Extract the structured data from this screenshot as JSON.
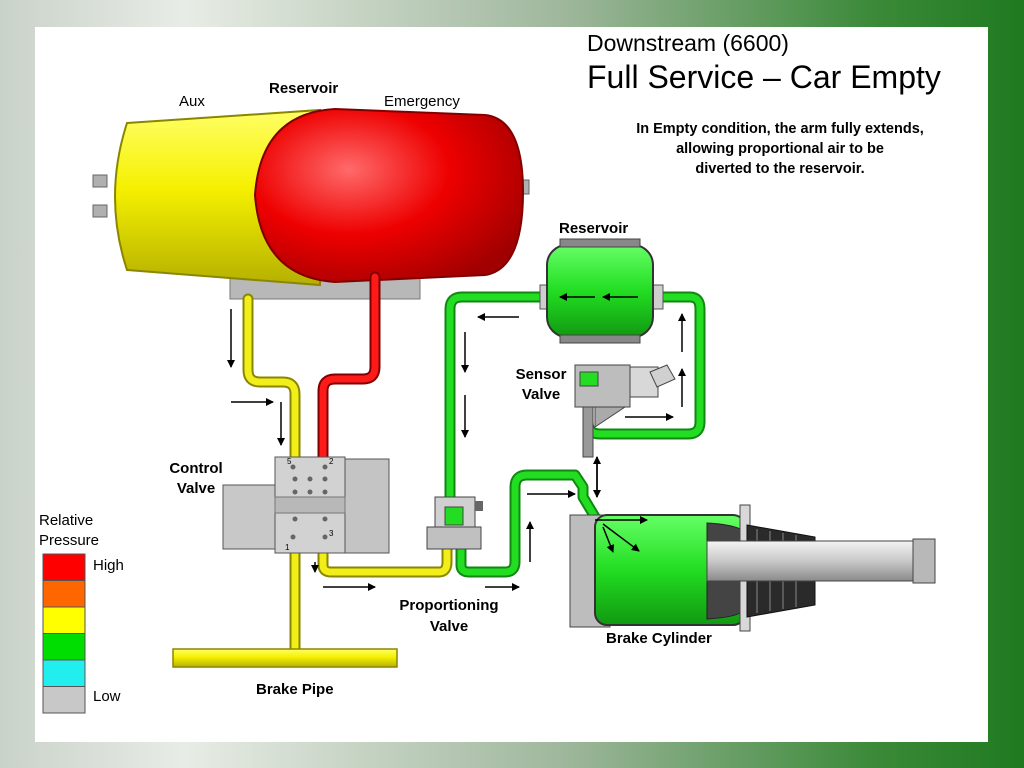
{
  "header": {
    "subtitle": "Downstream (6600)",
    "title": "Full Service – Car Empty",
    "description": [
      "In Empty condition, the arm fully extends,",
      "allowing proportional air to be",
      "diverted to the reservoir."
    ]
  },
  "labels": {
    "reservoir_main": "Reservoir",
    "aux": "Aux",
    "emergency": "Emergency",
    "reservoir_small": "Reservoir",
    "sensor_valve": [
      "Sensor",
      "Valve"
    ],
    "control_valve": [
      "Control",
      "Valve"
    ],
    "proportioning_valve": [
      "Proportioning",
      "Valve"
    ],
    "brake_cylinder": "Brake Cylinder",
    "brake_pipe": "Brake Pipe",
    "port_numbers": [
      "5",
      "2",
      "1",
      "3"
    ]
  },
  "legend": {
    "title": [
      "Relative",
      "Pressure"
    ],
    "high": "High",
    "low": "Low",
    "colors": [
      "#ff0000",
      "#ff6600",
      "#ffff00",
      "#00dd00",
      "#22eeee",
      "#c8c8c8"
    ]
  },
  "colors": {
    "high": "#ff1a1a",
    "yellow": "#f2ee1a",
    "green": "#22dd22",
    "low": "#c0c0c0",
    "background_green": "#1f7a1f"
  }
}
